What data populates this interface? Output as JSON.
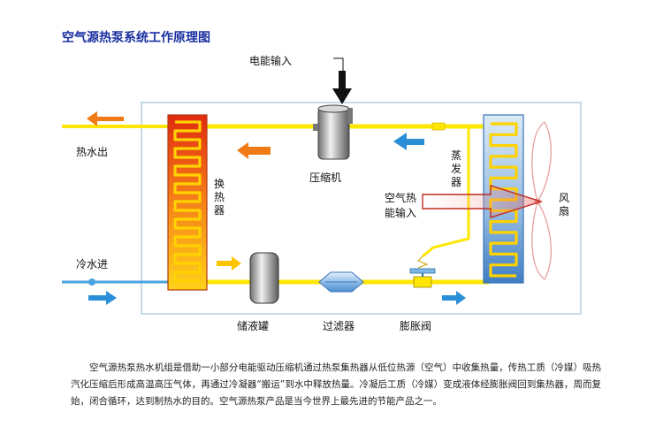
{
  "title": "空气源热泵系统工作原理图",
  "labels": {
    "power_input": "电能输入",
    "hot_water_out": "热水出",
    "cold_water_in": "冷水进",
    "heat_exchanger": "换热器",
    "compressor": "压缩机",
    "evaporator": "蒸发器",
    "air_heat_input_line1": "空气热",
    "air_heat_input_line2": "能输入",
    "fan": "风扇",
    "storage_tank": "储液罐",
    "filter": "过滤器",
    "expansion_valve": "膨胀阀"
  },
  "description": "空气源热泵热水机组是借助一小部分电能驱动压缩机通过热泵集热器从低位热源（空气）中收集热量，传热工质（冷媒）吸热汽化压缩后形成高温高压气体，再通过冷凝器“搬运”到水中释放热量。冷凝后工质（冷媒）变成液体经膨胀阀回到集热器，周而复始，闭合循环，达到制热水的目的。空气源热泵产品是当今世界上最先进的节能产品之一。",
  "colors": {
    "title": "#1a2fa0",
    "pipe": "#ffe600",
    "hot_arrow": "#f07a16",
    "cold_arrow": "#2a8fd8",
    "frame": "#9ec3d6",
    "coil": "#ffd200"
  }
}
